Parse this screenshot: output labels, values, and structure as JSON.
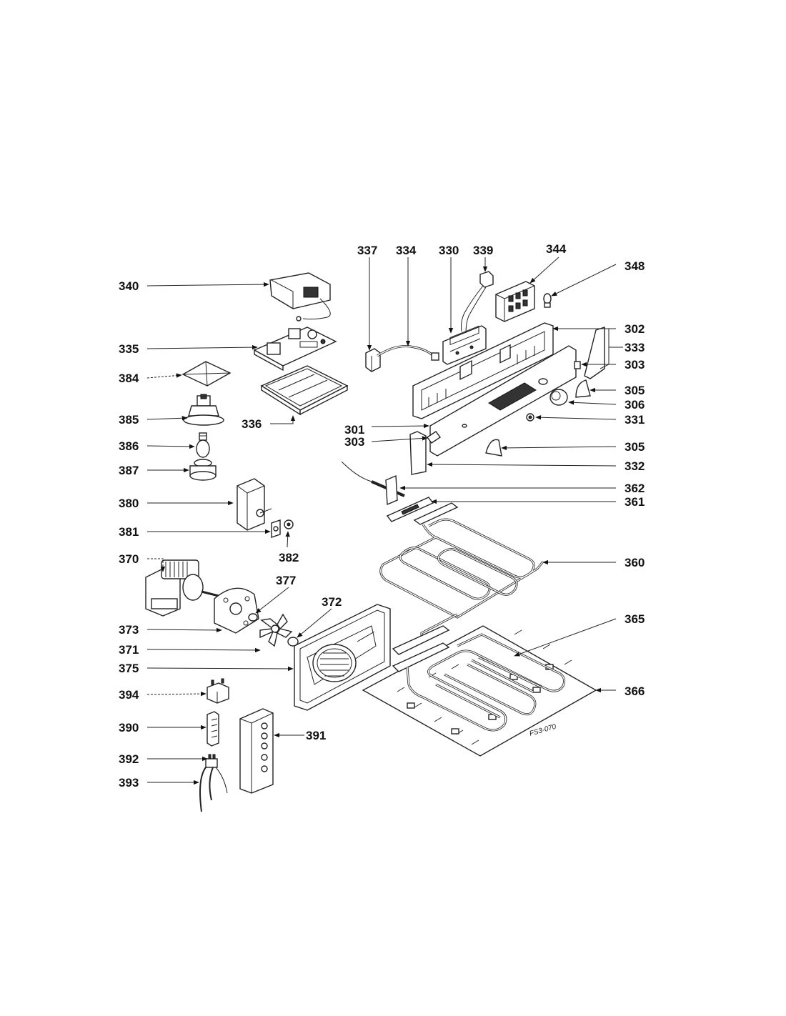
{
  "figure_code": "FS3-070",
  "callouts": {
    "c337": "337",
    "c334": "334",
    "c330": "330",
    "c339": "339",
    "c344": "344",
    "c348": "348",
    "c340": "340",
    "c335": "335",
    "c384": "384",
    "c336": "336",
    "c385": "385",
    "c386": "386",
    "c387": "387",
    "c380": "380",
    "c381": "381",
    "c382": "382",
    "c370": "370",
    "c377": "377",
    "c372": "372",
    "c373": "373",
    "c371": "371",
    "c375": "375",
    "c394": "394",
    "c390": "390",
    "c391": "391",
    "c392": "392",
    "c393": "393",
    "c302": "302",
    "c333": "333",
    "c303a": "303",
    "c305a": "305",
    "c306": "306",
    "c331": "331",
    "c301": "301",
    "c303b": "303",
    "c305b": "305",
    "c332": "332",
    "c362": "362",
    "c361": "361",
    "c360": "360",
    "c365": "365",
    "c366": "366"
  }
}
